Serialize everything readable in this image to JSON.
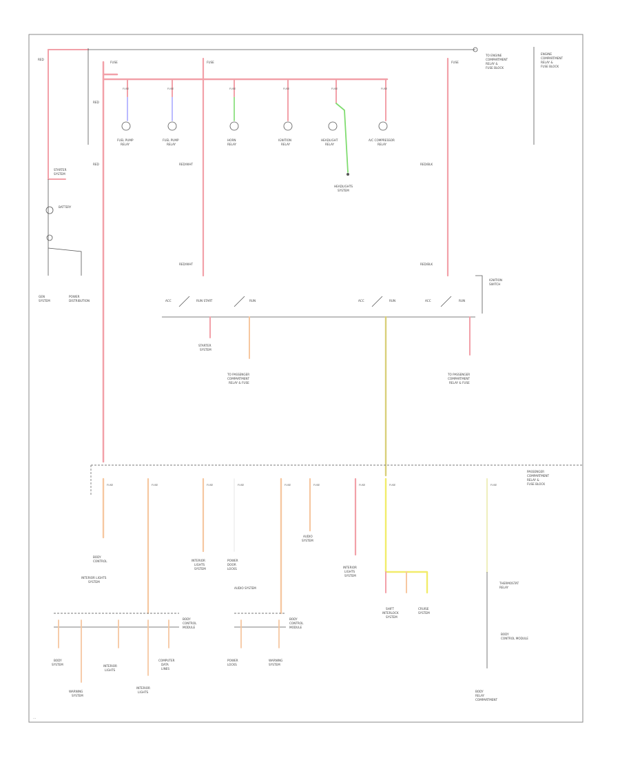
{
  "colors": {
    "red": "#f2a0a8",
    "orange": "#f6c7a0",
    "yellow": "#f2ec6a",
    "olive": "#d9cf7a",
    "green": "#7fdc6f",
    "blue": "#a8a8ff",
    "pale_yellow": "#efefc0",
    "gray": "#cccccc",
    "frame": "#8a8a8a",
    "text": "#444444"
  },
  "blocks": {
    "right_block_label": "ENGINE COMPARTMENT RELAY / FUSE BLOCK",
    "ignition_switch_label": "IGNITION SWITCH",
    "passenger_block_label": "PASSENGER COMPARTMENT RELAY / FUSE BLOCK"
  },
  "labels": [],
  "corner_code": "…"
}
